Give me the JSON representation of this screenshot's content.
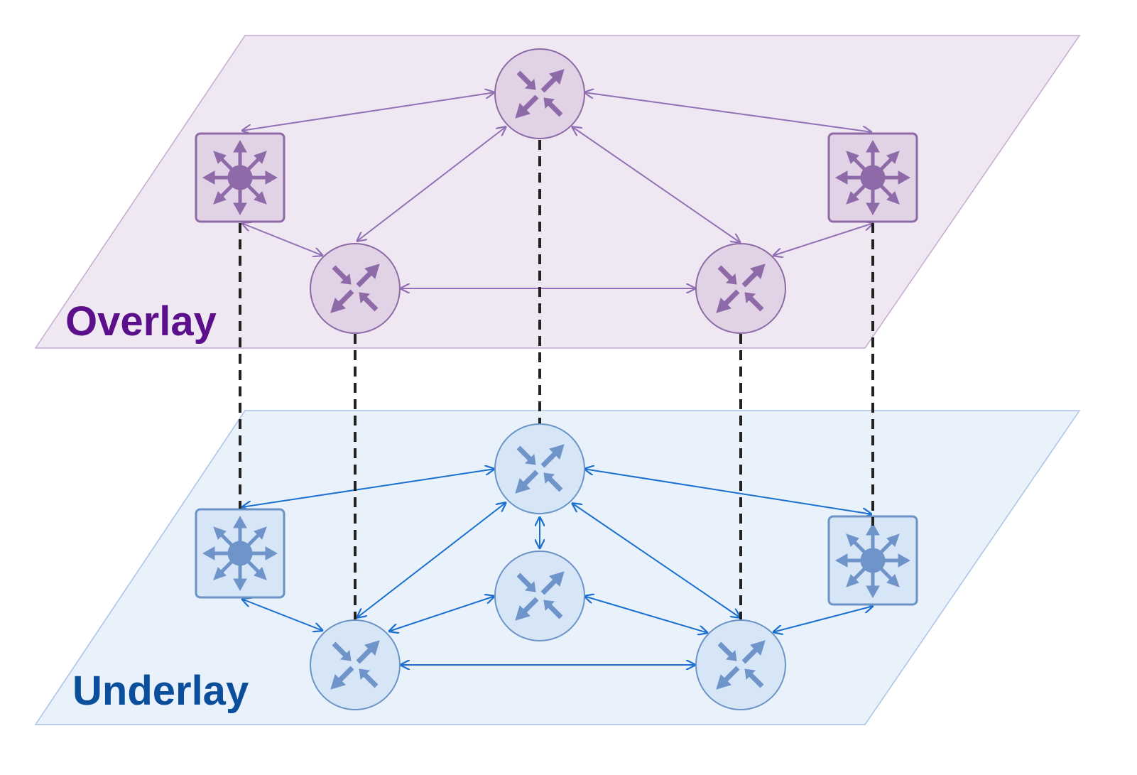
{
  "layers": {
    "overlay": {
      "label": "Overlay",
      "label_color": "#5c0f8b",
      "plane_fill": "#efe8f2",
      "plane_stroke": "#c6a9d2",
      "node_fill": "#e1d2e6",
      "node_stroke": "#8d6aa4",
      "icon_color": "#8f6aa8",
      "link_color": "#9370b5"
    },
    "underlay": {
      "label": "Underlay",
      "label_color": "#0b4f9c",
      "plane_fill": "#e9f1fb",
      "plane_stroke": "#a7c4e6",
      "node_fill": "#d7e6f7",
      "node_stroke": "#6b93c6",
      "icon_color": "#6f94c9",
      "link_color": "#1a6fcf"
    }
  },
  "connector_color": "#222222",
  "legend": {
    "router-icon": "router (circle with four arrows)",
    "switch-icon": "layer-3 switch (square with radiating arrows)"
  }
}
